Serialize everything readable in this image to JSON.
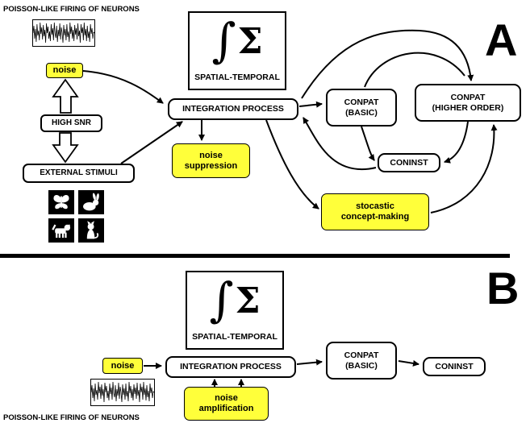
{
  "panel_a": {
    "corner_label": "A",
    "poisson_label": "POISSON-LIKE FIRING OF NEURONS",
    "noise": "noise",
    "high_snr": "HIGH SNR",
    "external_stimuli": "EXTERNAL STIMULI",
    "integral": "∫",
    "sigma": "Σ",
    "spatial_temporal": "SPATIAL-TEMPORAL",
    "integration_process": "INTEGRATION PROCESS",
    "noise_suppression": "noise\nsuppression",
    "conpat_basic": "CONPAT\n(BASIC)",
    "conpat_higher": "CONPAT\n(HIGHER ORDER)",
    "coninst": "CONINST",
    "stocastic": "stocastic\nconcept-making"
  },
  "panel_b": {
    "corner_label": "B",
    "poisson_label": "POISSON-LIKE FIRING OF NEURONS",
    "noise": "noise",
    "integral": "∫",
    "sigma": "Σ",
    "spatial_temporal": "SPATIAL-TEMPORAL",
    "integration_process": "INTEGRATION PROCESS",
    "noise_amplification": "noise\namplification",
    "conpat_basic": "CONPAT\n(BASIC)",
    "coninst": "CONINST"
  },
  "colors": {
    "highlight_yellow": "#ffff3a",
    "line_black": "#000000",
    "background": "#ffffff"
  },
  "icons": [
    "butterfly-icon",
    "rabbit-icon",
    "dog-icon",
    "cat-icon"
  ]
}
